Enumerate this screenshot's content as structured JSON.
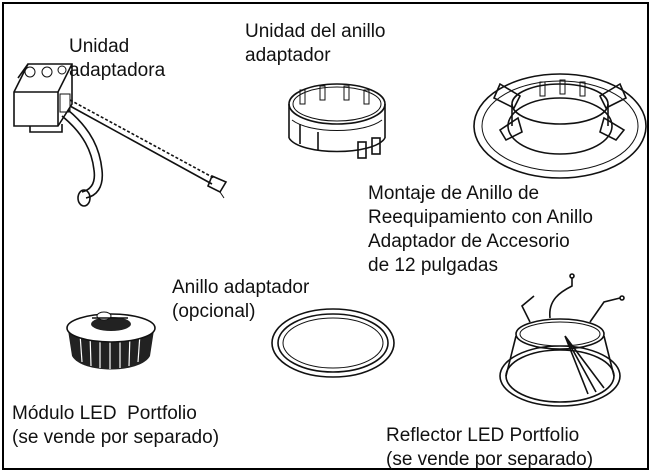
{
  "labels": {
    "adapter_unit": [
      "Unidad",
      "adaptadora"
    ],
    "adapter_ring_unit": [
      "Unidad del anillo",
      "adaptador"
    ],
    "retrofit_assembly": [
      "Montaje de Anillo de",
      "Reequipamiento con Anillo",
      "Adaptador de Accesorio",
      "de 12 pulgadas"
    ],
    "adapter_ring": [
      "Anillo adaptador",
      "(opcional)"
    ],
    "led_module": [
      "Módulo LED  Portfolio",
      "(se vende por separado)"
    ],
    "led_reflector": [
      "Reflector LED Portfolio",
      "(se vende por separado)"
    ]
  },
  "colors": {
    "line": "#111111",
    "background": "#ffffff",
    "module_dark": "#222222"
  }
}
